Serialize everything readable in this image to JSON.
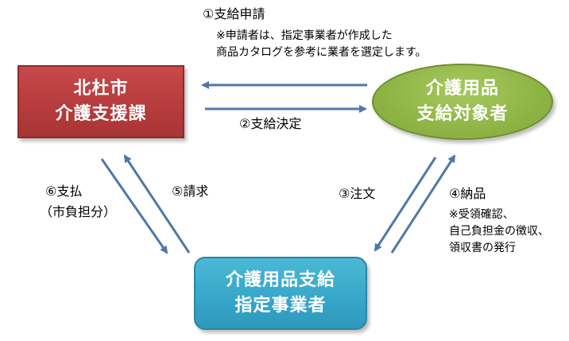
{
  "nodes": {
    "city": {
      "line1": "北杜市",
      "line2": "介護支援課",
      "color": "#b53b3c"
    },
    "recipient": {
      "line1": "介護用品",
      "line2": "支給対象者",
      "color": "#8fb446"
    },
    "provider": {
      "line1": "介護用品支給",
      "line2": "指定事業者",
      "color": "#37a6c8"
    }
  },
  "steps": {
    "s1": {
      "label": "①支給申請",
      "note_line1": "※申請者は、指定事業者が作成した",
      "note_line2": "商品カタログを参考に業者を選定します。"
    },
    "s2": {
      "label": "②支給決定"
    },
    "s3": {
      "label": "③注文"
    },
    "s4": {
      "label": "④納品",
      "note_line1": "※受領確認、",
      "note_line2": "自己負担金の徴収、",
      "note_line3": "領収書の発行"
    },
    "s5": {
      "label": "⑤請求"
    },
    "s6": {
      "label_line1": "⑥支払",
      "label_line2": "（市負担分）"
    }
  },
  "arrow_color": "#4f78a8"
}
